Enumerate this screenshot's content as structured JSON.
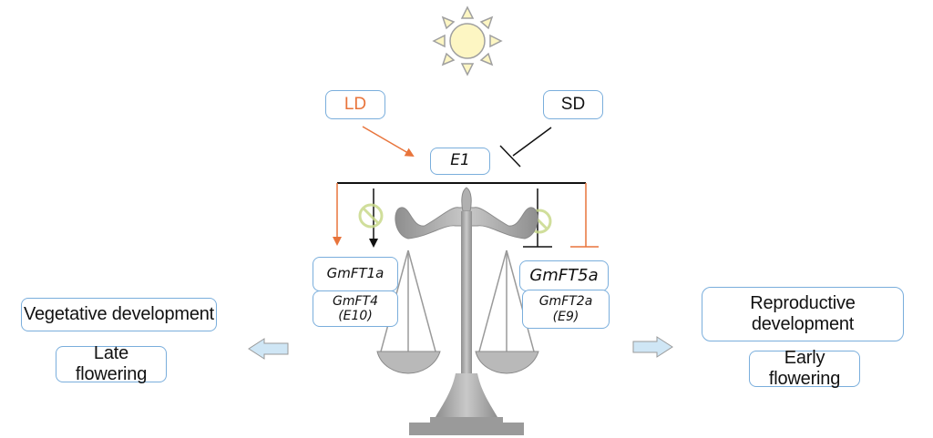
{
  "diagram": {
    "light_source": {
      "icon": "sun-icon",
      "fill": "#fdf6c3",
      "stroke": "#a0a0a0"
    },
    "conditions": {
      "long_day": {
        "label": "LD",
        "color": "#e8743b"
      },
      "short_day": {
        "label": "SD",
        "color": "#111111"
      }
    },
    "regulator": {
      "label": "E1"
    },
    "left_genes": {
      "primary": "GmFT1a",
      "secondary_line1": "GmFT4",
      "secondary_line2": "(E10)"
    },
    "right_genes": {
      "primary": "GmFT5a",
      "secondary_line1": "GmFT2a",
      "secondary_line2": "(E9)"
    },
    "outcomes": {
      "left": {
        "title": "Vegetative development",
        "subtitle": "Late flowering",
        "arrow": "arrow-left-icon"
      },
      "right": {
        "title": "Reproductive development",
        "subtitle": "Early flowering",
        "arrow": "arrow-right-icon"
      }
    },
    "colors": {
      "box_border": "#7aaedc",
      "activation_orange": "#e8743b",
      "inhibit_black": "#111111",
      "arrow_fill": "#cfe6f5",
      "scale_gray": "#a6a6a6",
      "no_symbol": "#c8d98a"
    }
  }
}
